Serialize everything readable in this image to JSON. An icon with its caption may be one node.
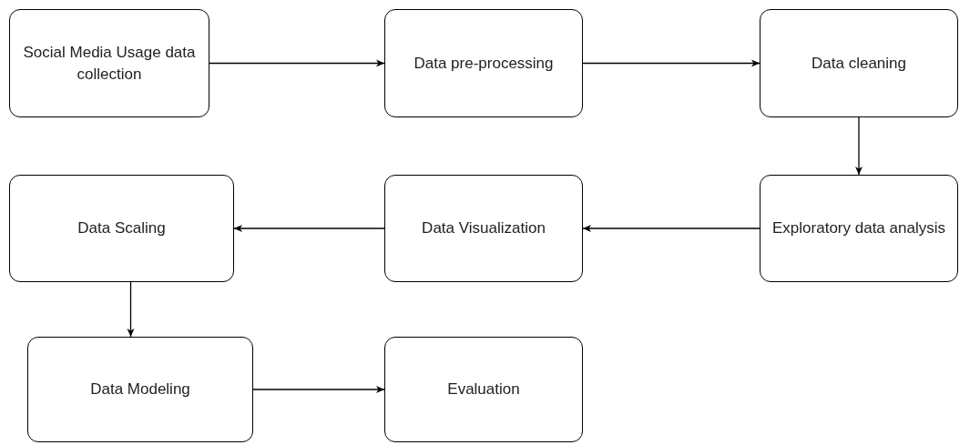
{
  "diagram": {
    "nodes": [
      {
        "text": [
          "Social Media Usage data collection"
        ]
      },
      {
        "text": [
          "Data pre-processing"
        ]
      },
      {
        "text": [
          "Data cleaning"
        ]
      },
      {
        "text": [
          "Exploratory data analysis"
        ]
      },
      {
        "text": [
          "Data Visualization"
        ]
      },
      {
        "text": [
          "Data Scaling"
        ]
      },
      {
        "text": [
          "Data Modeling"
        ]
      },
      {
        "text": [
          "Evaluation"
        ]
      }
    ],
    "edges": [
      {
        "from": 0,
        "to": 1,
        "arrow": "to"
      },
      {
        "from": 1,
        "to": 2,
        "arrow": "to"
      },
      {
        "from": 2,
        "to": 3,
        "arrow": "to"
      },
      {
        "from": 3,
        "to": 4,
        "arrow": "to"
      },
      {
        "from": 4,
        "to": 5,
        "arrow": "to"
      },
      {
        "from": 5,
        "to": 6,
        "arrow": "to"
      },
      {
        "from": 6,
        "to": 7,
        "arrow": "to"
      }
    ]
  }
}
